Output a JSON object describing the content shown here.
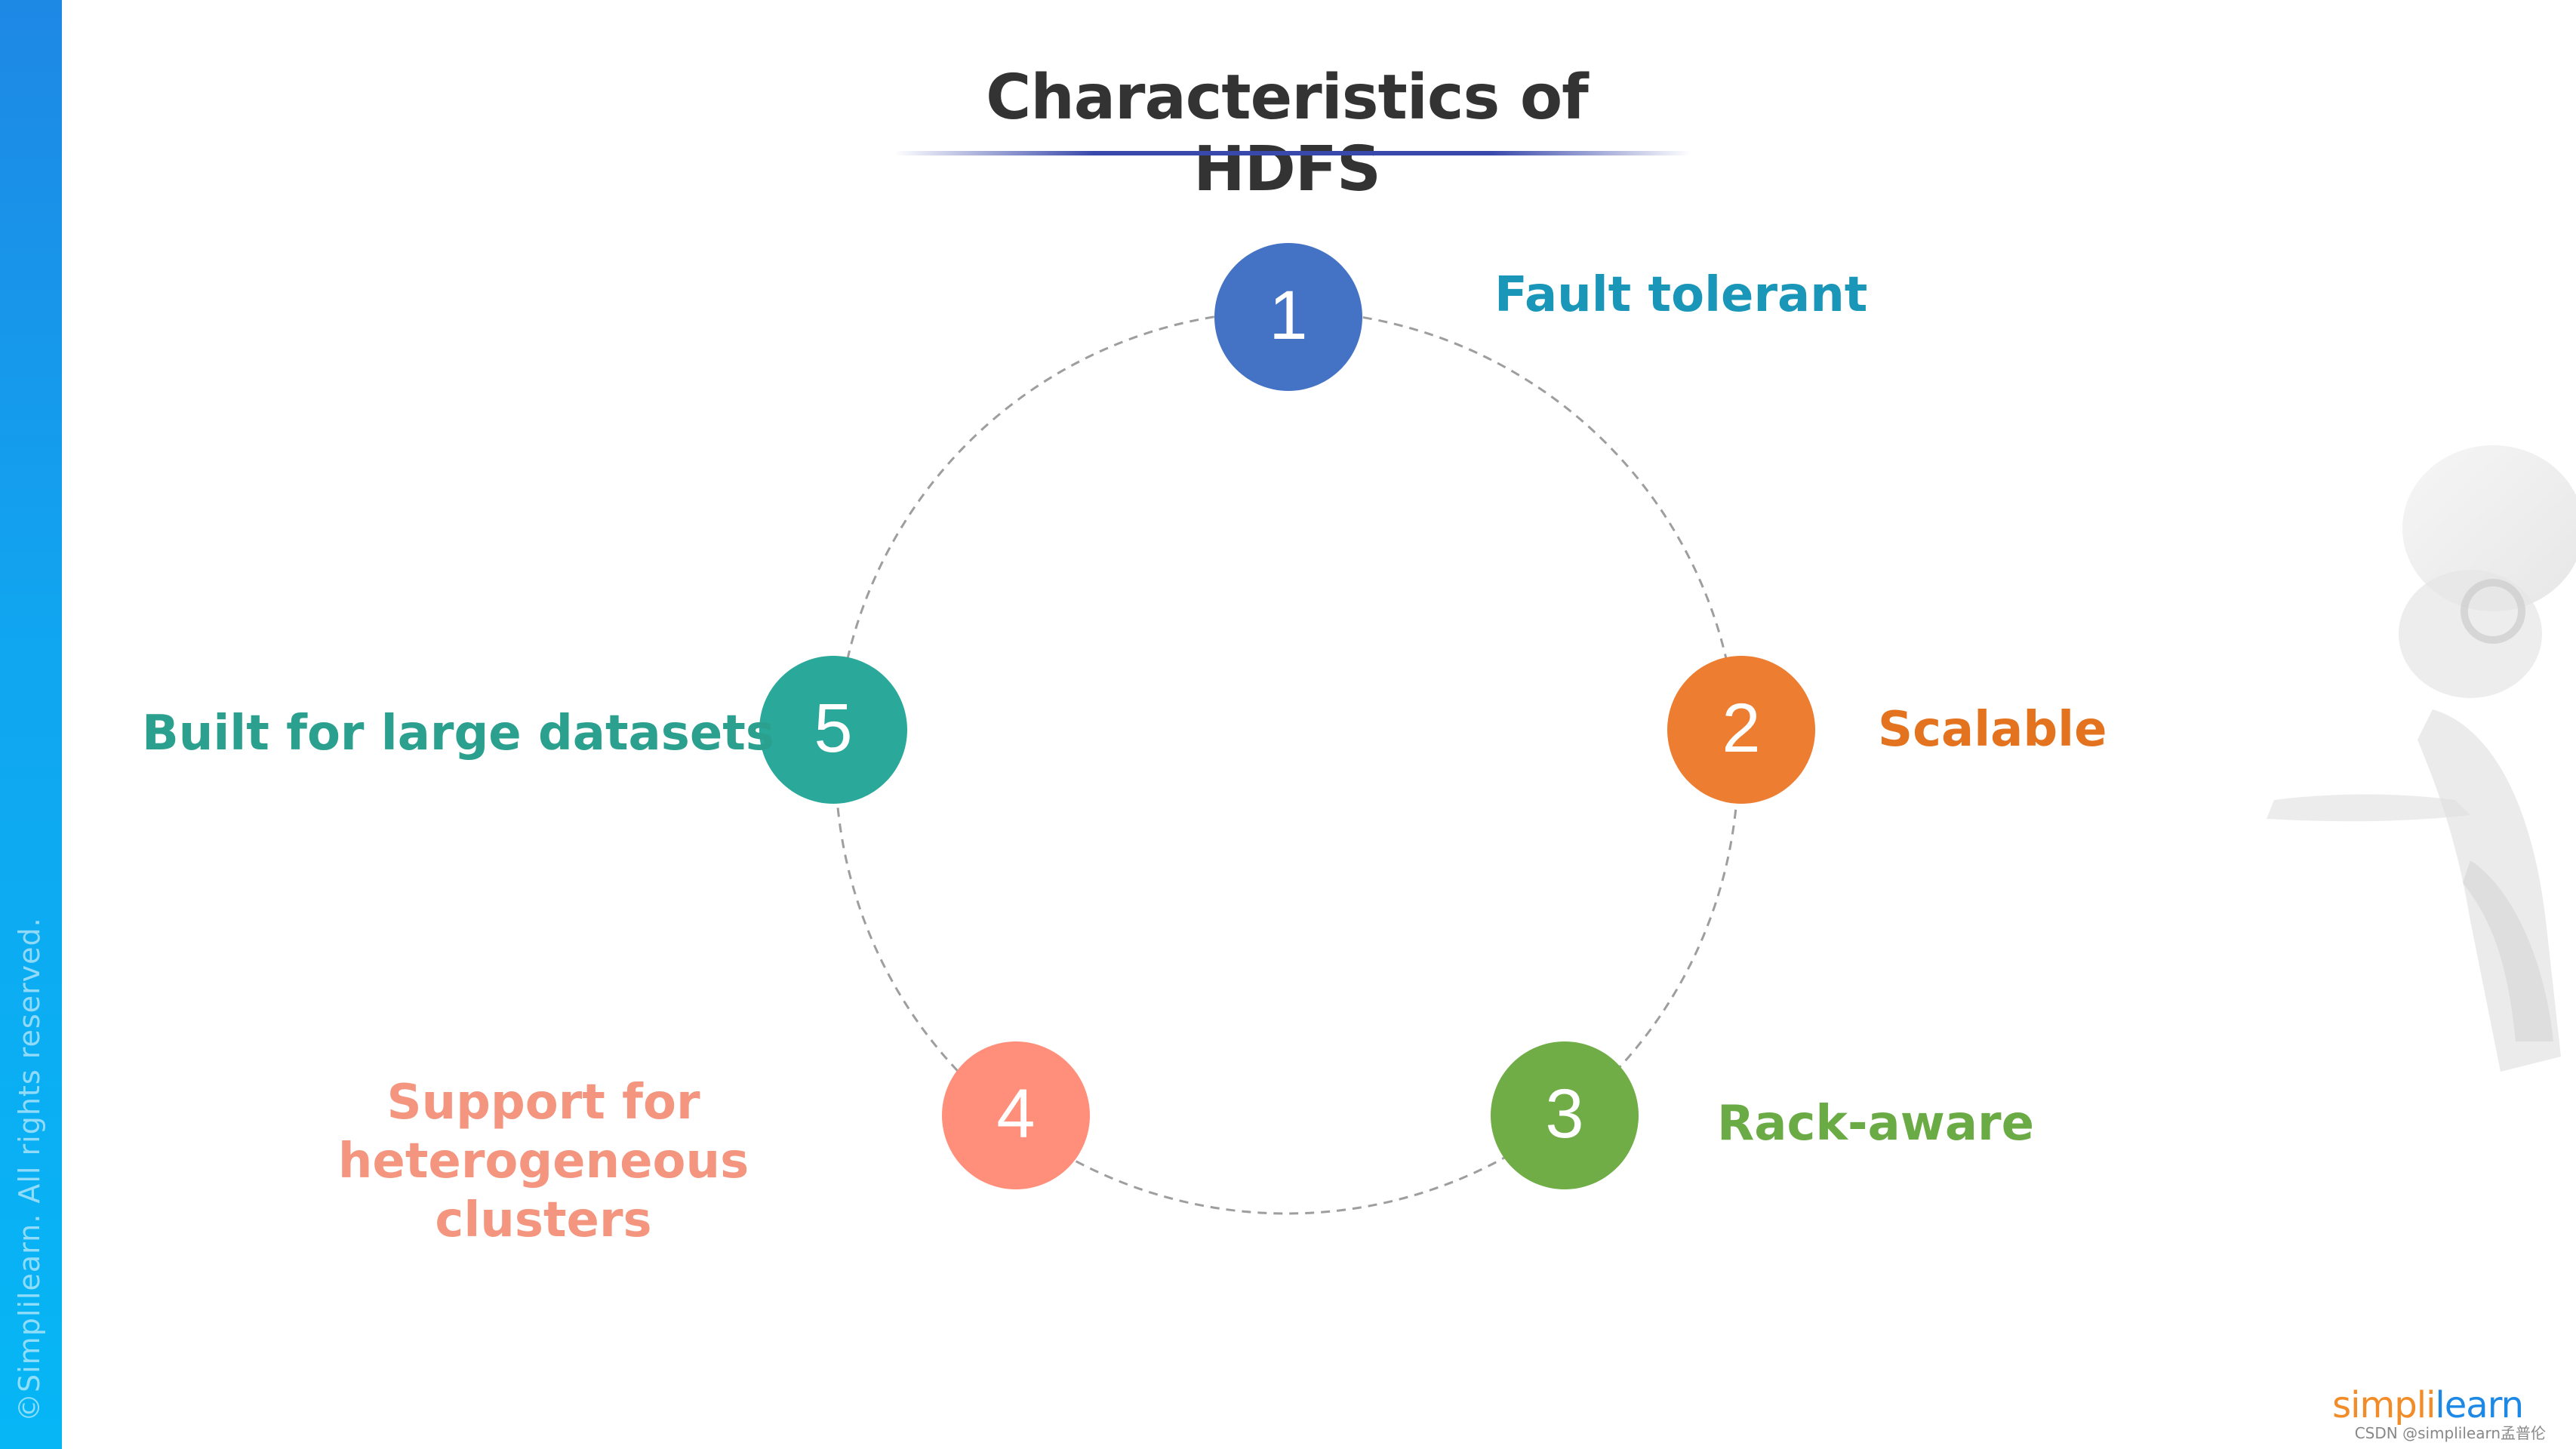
{
  "slide": {
    "title": "Characteristics of HDFS",
    "copyright": "©Simplilearn. All rights reserved.",
    "logo_part1": "simpl",
    "logo_part2": "i",
    "logo_part3": "learn",
    "watermark": "CSDN @simplilearn孟普伦"
  },
  "diagram": {
    "nodes": [
      {
        "number": "1",
        "label": "Fault tolerant",
        "color": "#4472c4",
        "label_color": "#1a97b8"
      },
      {
        "number": "2",
        "label": "Scalable",
        "color": "#ed7d31",
        "label_color": "#e4731f"
      },
      {
        "number": "3",
        "label": "Rack-aware",
        "color": "#70ad47",
        "label_color": "#6aab45"
      },
      {
        "number": "4",
        "label_line1": "Support for",
        "label_line2": "heterogeneous clusters",
        "color": "#ff8f7a",
        "label_color": "#f4957f"
      },
      {
        "number": "5",
        "label": "Built for large datasets",
        "color": "#2aa89a",
        "label_color": "#2ba08f"
      }
    ],
    "ring_color": "#9e9e9e"
  }
}
